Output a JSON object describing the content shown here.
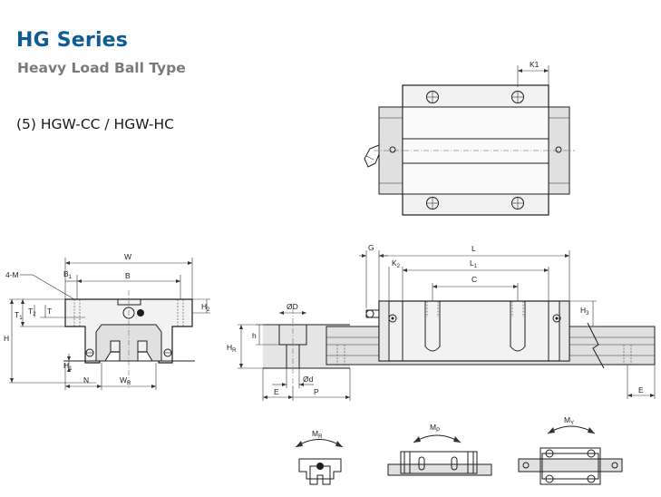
{
  "header": {
    "series": "HG Series",
    "subtitle": "Heavy Load Ball Type",
    "model": "(5) HGW-CC / HGW-HC"
  },
  "dims": {
    "K1": "K1",
    "W": "W",
    "mount": "4-M",
    "B1": "B",
    "B1_sub": "1",
    "B": "B",
    "T1": "T",
    "T1_sub": "1",
    "T": "T",
    "T2": "T",
    "T2_sub": "2",
    "H2": "H",
    "H2_sub": "2",
    "H": "H",
    "H1": "H",
    "H1_sub": "1",
    "N": "N",
    "WR": "W",
    "WR_sub": "R",
    "D": "ØD",
    "h": "h",
    "HR": "H",
    "HR_sub": "R",
    "d": "Ød",
    "E": "E",
    "P": "P",
    "G": "G",
    "L": "L",
    "K2": "K",
    "K2_sub": "2",
    "L1": "L",
    "L1_sub": "1",
    "C": "C",
    "H3": "H",
    "H3_sub": "3",
    "E2": "E"
  },
  "moments": {
    "MR": "M",
    "MR_sub": "R",
    "MP": "M",
    "MP_sub": "P",
    "MY": "M",
    "MY_sub": "Y"
  }
}
